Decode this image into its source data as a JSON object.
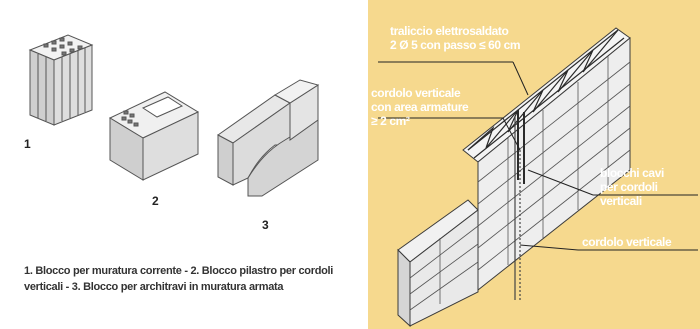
{
  "left_figure": {
    "block_numbers": [
      "1",
      "2",
      "3"
    ],
    "caption": "1. Blocco per muratura corrente - 2. Blocco pilastro per cordoli verticali - 3. Blocco per architravi in muratura armata"
  },
  "right_figure": {
    "labels": {
      "truss": [
        "traliccio elettrosaldato",
        "2 Ø 5 con passo ≤ 60 cm"
      ],
      "vertical_beam_area": [
        "cordolo verticale",
        "con area armature",
        "≥ 2 cm²"
      ],
      "hollow_blocks": [
        "blocchi cavi",
        "per cordoli",
        "verticali"
      ],
      "vertical_beam": [
        "cordolo verticale"
      ]
    },
    "colors": {
      "background": "#f6d98e",
      "lines": "#3a3a3a",
      "label_fill": "#c79a3a"
    }
  }
}
